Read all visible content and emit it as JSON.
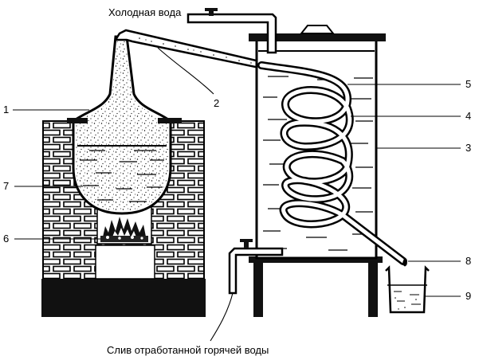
{
  "captions": {
    "cold_water": "Холодная вода",
    "hot_water_drain": "Слив отработанной горячей воды"
  },
  "labels": {
    "n1": "1",
    "n2": "2",
    "n3": "3",
    "n4": "4",
    "n5": "5",
    "n6": "6",
    "n7": "7",
    "n8": "8",
    "n9": "9"
  }
}
